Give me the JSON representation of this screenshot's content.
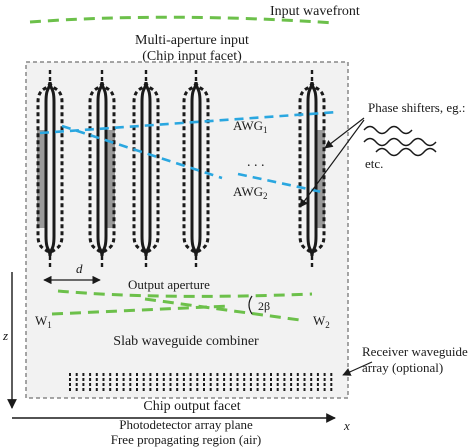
{
  "labels": {
    "input_wavefront": "Input wavefront",
    "multi_aperture_line1": "Multi-aperture input",
    "multi_aperture_line2": "(Chip input facet)",
    "phase_shifters": "Phase shifters, eg.:",
    "phase_etc": "etc.",
    "awg1": "AWG",
    "awg1_sub": "1",
    "awg_dots": ". . .",
    "awg2": "AWG",
    "awg2_sub": "2",
    "d": "d",
    "output_aperture": "Output aperture",
    "two_beta": "2β",
    "w1": "W",
    "w1_sub": "1",
    "w2": "W",
    "w2_sub": "2",
    "slab_combiner": "Slab waveguide combiner",
    "receiver_line1": "Receiver waveguide",
    "receiver_line2": "array (optional)",
    "chip_output": "Chip output facet",
    "z_axis": "z",
    "x_axis": "x",
    "photodetector": "Photodetector array plane",
    "free_region": "Free propagating region (air)"
  },
  "colors": {
    "ink": "#1a1a1a",
    "green_dashed": "#6cc04a",
    "blue_dashed": "#2aa7e0",
    "chip_fill": "#f2f2f2",
    "chip_border": "#888888",
    "phase_shifter_fill": "#9a9a9a"
  }
}
